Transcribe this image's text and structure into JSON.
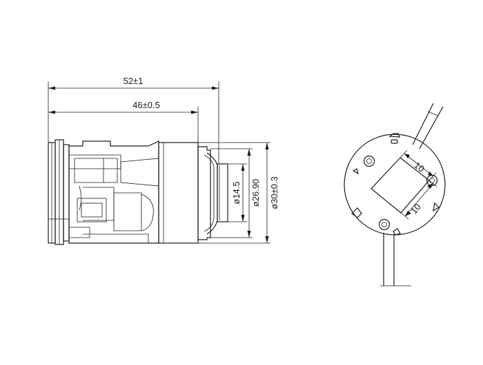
{
  "dimensions": {
    "overall_length": "52±1",
    "body_length": "46±0.5",
    "diameter_inner": "ø14.5",
    "diameter_mid": "ø26.90",
    "diameter_outer": "ø30±0.3",
    "square_width": "10",
    "square_height": "10"
  }
}
